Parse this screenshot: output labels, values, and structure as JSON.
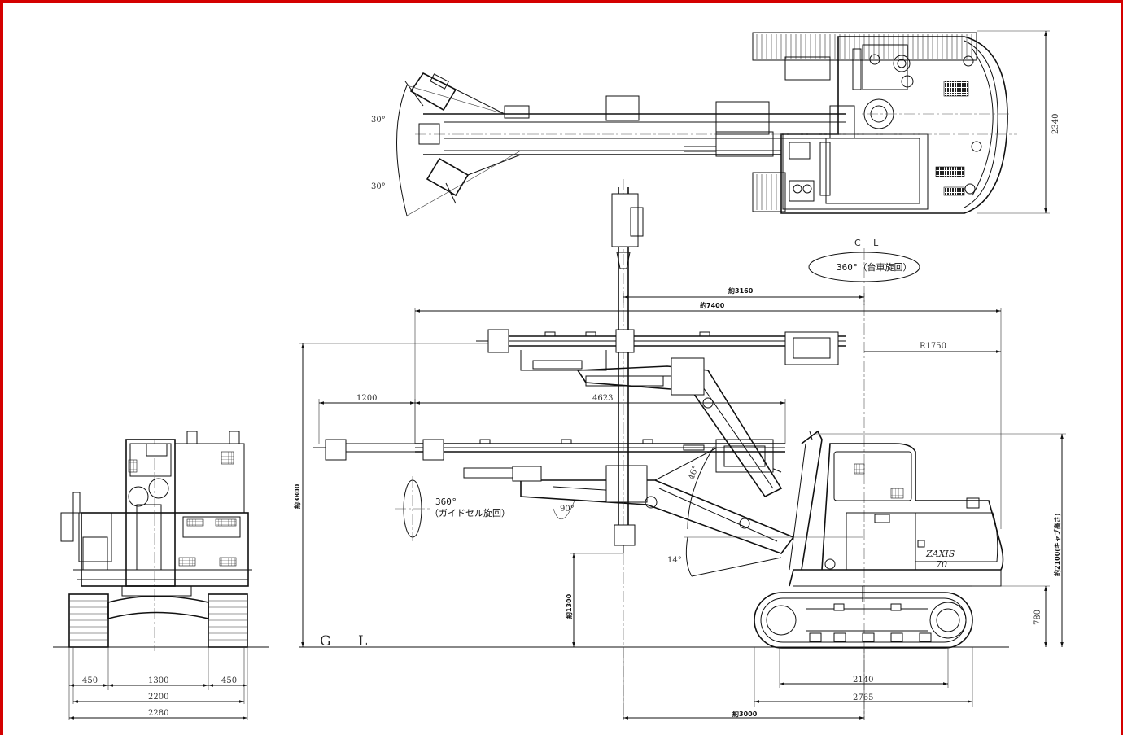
{
  "drawing": {
    "labels": {
      "cl": "C L",
      "gl": "G L",
      "carrier_swing": "360°（台車旋回）",
      "guide_cell_swing_angle": "360°",
      "guide_cell_swing_text": "（ガイドセル旋回）",
      "logo_line1": "ZAXIS",
      "logo_line2": "70"
    },
    "angles": {
      "plan_upper": "30°",
      "plan_lower": "30°",
      "boom_90": "90°",
      "boom_46": "46°",
      "boom_14": "14°"
    },
    "dimensions": {
      "d_3160": "約3160",
      "d_7400": "約7400",
      "r_1750": "R1750",
      "d_1200": "1200",
      "d_4623": "4623",
      "d_3800": "約3800",
      "d_2100": "約2100(キャブ高さ)",
      "d_1300_height": "約1300",
      "d_780": "780",
      "d_2340": "2340",
      "d_2140": "2140",
      "d_2765": "2765",
      "d_3000": "約3000",
      "front_450_left": "450",
      "front_1300": "1300",
      "front_450_right": "450",
      "front_2200": "2200",
      "front_2280": "2280"
    }
  }
}
